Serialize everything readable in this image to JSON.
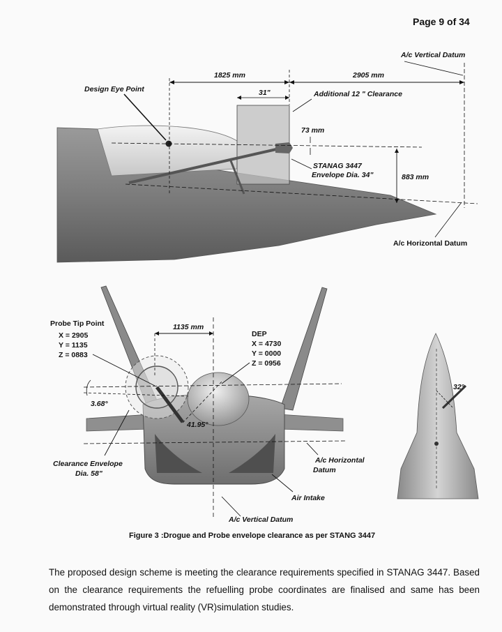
{
  "header": {
    "page_number": "Page 9 of 34"
  },
  "side_view": {
    "vertical_datum": "A/c Vertical Datum",
    "dim_left": "1825 mm",
    "dim_right": "2905 mm",
    "design_eye_point": "Design Eye Point",
    "dim_31": "31\"",
    "additional_clearance": "Additional 12 \" Clearance",
    "dim_73": "73 mm",
    "stanag_line1": "STANAG 3447",
    "stanag_line2": "Envelope Dia. 34\"",
    "dim_883": "883 mm",
    "horizontal_datum": "A/c Horizontal Datum"
  },
  "front_view": {
    "probe_tip_title": "Probe Tip Point",
    "probe_x": "X = 2905",
    "probe_y": "Y = 1135",
    "probe_z": "Z = 0883",
    "dim_1135": "1135 mm",
    "dep_title": "DEP",
    "dep_x": "X = 4730",
    "dep_y": "Y = 0000",
    "dep_z": "Z = 0956",
    "angle_368": "3.68°",
    "angle_4195": "41.95°",
    "clearance_line1": "Clearance Envelope",
    "clearance_line2": "Dia. 58\"",
    "horizontal_datum_line1": "A/c Horizontal",
    "horizontal_datum_line2": "Datum",
    "air_intake": "Air Intake",
    "vertical_datum": "A/c Vertical Datum"
  },
  "top_view": {
    "angle_32": "32°"
  },
  "caption": "Figure 3 :Drogue and Probe envelope clearance as per STANG 3447",
  "paragraph": "The proposed design scheme is meeting the clearance requirements specified in STANAG 3447. Based on the clearance requirements the refuelling probe coordinates are finalised and same has been demonstrated through virtual reality (VR)simulation studies."
}
